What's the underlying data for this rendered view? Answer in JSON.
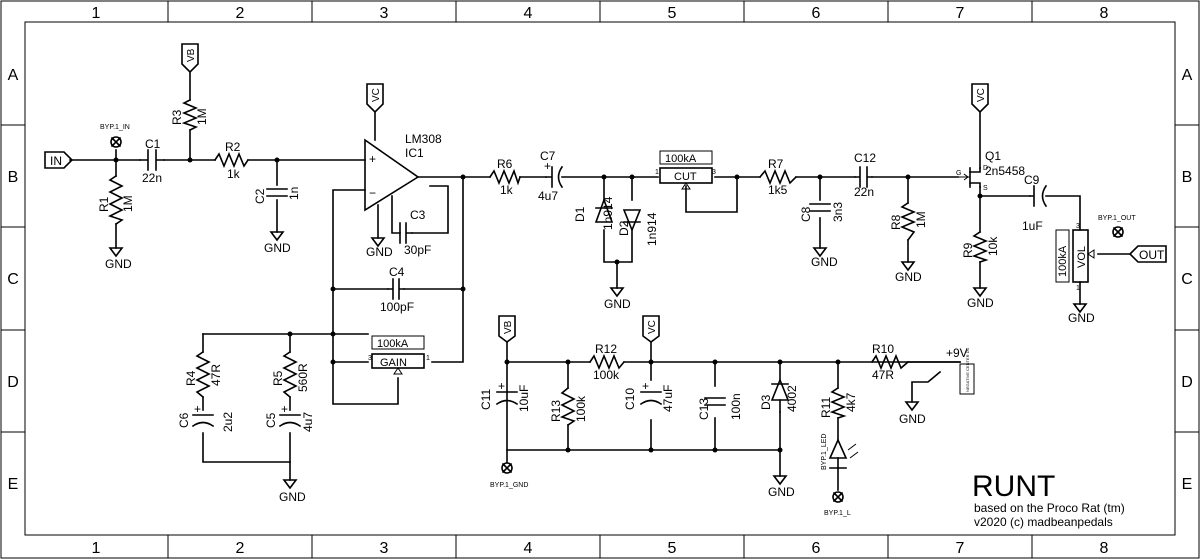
{
  "frame": {
    "columns": [
      "1",
      "2",
      "3",
      "4",
      "5",
      "6",
      "7",
      "8"
    ],
    "rows": [
      "A",
      "B",
      "C",
      "D",
      "E"
    ]
  },
  "title": {
    "main": "RUNT",
    "subtitle": "based on the Proco Rat (tm)",
    "credit": "v2020 (c) madbeanpedals"
  },
  "ports": {
    "in": "IN",
    "out": "OUT",
    "vb1": "VB",
    "vb2": "VB",
    "vc1": "VC",
    "vc2": "VC",
    "vc3": "VC",
    "supply": "+9V",
    "dc_jack": "NEGATIVE CENTER DC"
  },
  "grounds": {
    "label": "GND"
  },
  "pads": {
    "byp_in": "BYP.1_IN",
    "byp_out": "BYP.1_OUT",
    "byp_gnd": "BYP.1_GND",
    "byp_led": "BYP.1_LED",
    "byp_l": "BYP.1_L"
  },
  "opamp": {
    "part": "LM308",
    "ref": "IC1",
    "plus": "+",
    "minus": "−"
  },
  "pots": {
    "gain": {
      "value": "100kA",
      "name": "GAIN",
      "p1": "1",
      "p3": "3"
    },
    "cut": {
      "value": "100kA",
      "name": "CUT",
      "p1": "1",
      "p3": "3"
    },
    "vol": {
      "value": "100kA",
      "name": "VOL",
      "p1": "1",
      "p3": "3"
    }
  },
  "transistor": {
    "ref": "Q1",
    "part": "2n5458",
    "g": "G",
    "d": "D",
    "s": "S"
  },
  "components": {
    "R1": {
      "ref": "R1",
      "value": "1M"
    },
    "R2": {
      "ref": "R2",
      "value": "1k"
    },
    "R3": {
      "ref": "R3",
      "value": "1M"
    },
    "R4": {
      "ref": "R4",
      "value": "47R"
    },
    "R5": {
      "ref": "R5",
      "value": "560R"
    },
    "R6": {
      "ref": "R6",
      "value": "1k"
    },
    "R7": {
      "ref": "R7",
      "value": "1k5"
    },
    "R8": {
      "ref": "R8",
      "value": "1M"
    },
    "R9": {
      "ref": "R9",
      "value": "10k"
    },
    "R10": {
      "ref": "R10",
      "value": "47R"
    },
    "R11": {
      "ref": "R11",
      "value": "4k7"
    },
    "R12": {
      "ref": "R12",
      "value": "100k"
    },
    "R13": {
      "ref": "R13",
      "value": "100k"
    },
    "C1": {
      "ref": "C1",
      "value": "22n"
    },
    "C2": {
      "ref": "C2",
      "value": "1n"
    },
    "C3": {
      "ref": "C3",
      "value": "30pF"
    },
    "C4": {
      "ref": "C4",
      "value": "100pF"
    },
    "C5": {
      "ref": "C5",
      "value": "4u7"
    },
    "C6": {
      "ref": "C6",
      "value": "2u2"
    },
    "C7": {
      "ref": "C7",
      "value": "4u7"
    },
    "C8": {
      "ref": "C8",
      "value": "3n3"
    },
    "C9": {
      "ref": "C9",
      "value": "1uF"
    },
    "C10": {
      "ref": "C10",
      "value": "47uF"
    },
    "C11": {
      "ref": "C11",
      "value": "10uF"
    },
    "C12": {
      "ref": "C12",
      "value": "22n"
    },
    "C13": {
      "ref": "C13",
      "value": "100n"
    },
    "D1": {
      "ref": "D1",
      "value": "1n914"
    },
    "D2": {
      "ref": "D2",
      "value": "1n914"
    },
    "D3": {
      "ref": "D3",
      "value": "4002"
    }
  },
  "polarity_plus": "+"
}
